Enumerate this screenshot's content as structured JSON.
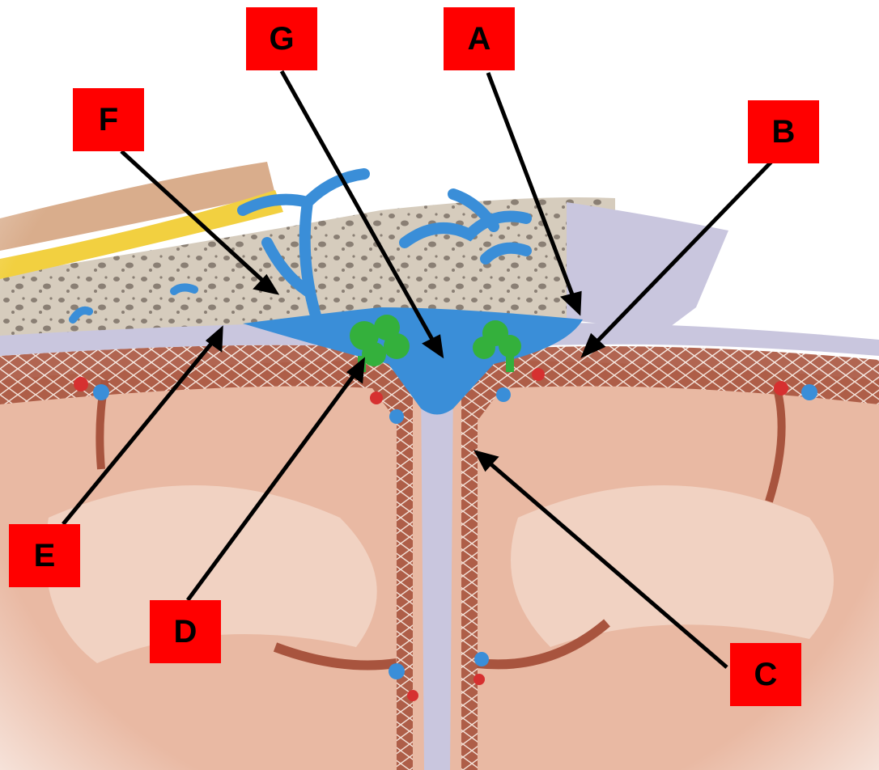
{
  "labels": {
    "A": "A",
    "B": "B",
    "C": "C",
    "D": "D",
    "E": "E",
    "F": "F",
    "G": "G"
  },
  "colors": {
    "label_box": "#ff0000",
    "label_text": "#000000",
    "skin": "#d9ad8c",
    "fat_layer": "#f2d040",
    "bone": "#d6ccbd",
    "vein_blue": "#3a8ed8",
    "arachnoid_granulation": "#34b03c",
    "dura": "#c9c6de",
    "brain": "#e9b9a3",
    "artery_red": "#d63030"
  },
  "icons": {
    "pointer": "arrow-pointer-icon"
  }
}
